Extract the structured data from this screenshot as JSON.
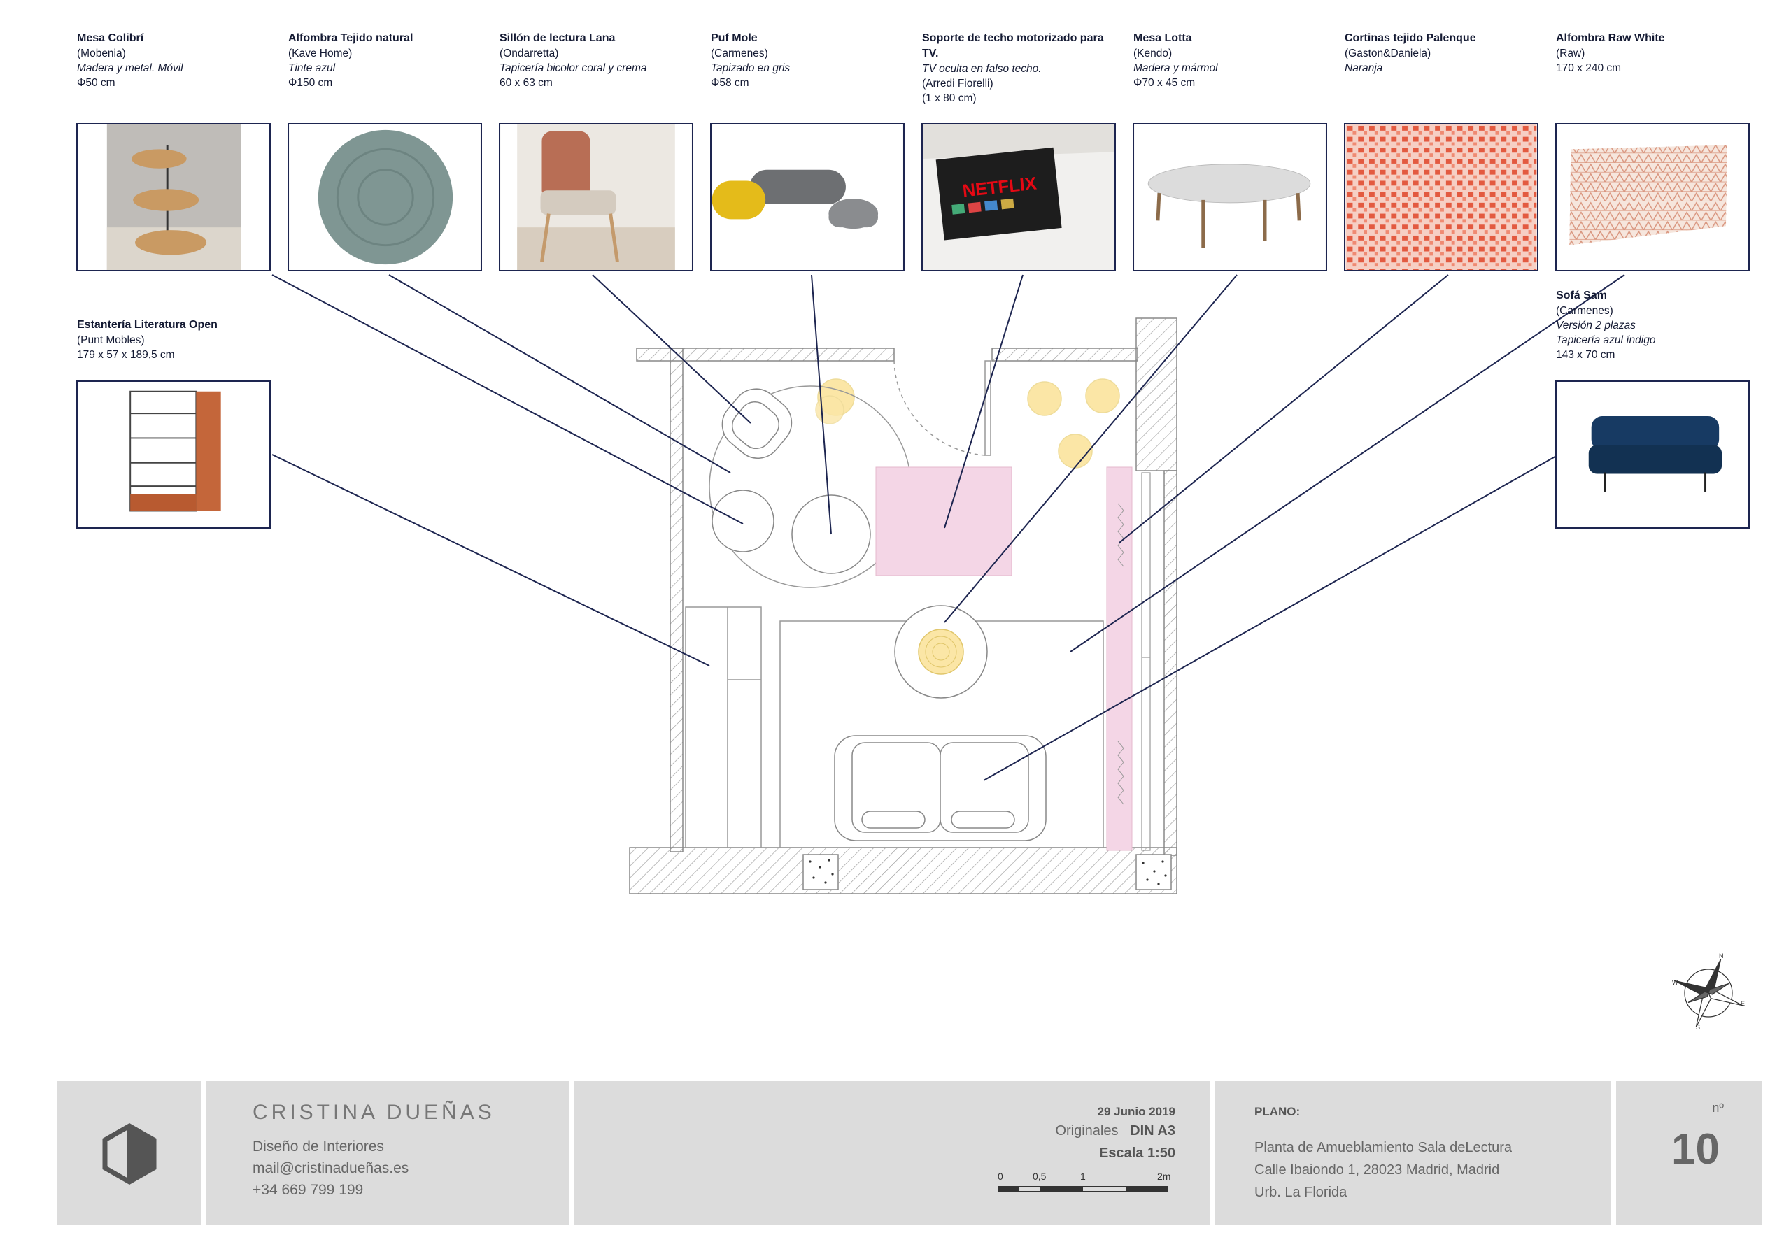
{
  "items": [
    {
      "id": "mesa-colibri",
      "title": "Mesa Colibrí",
      "lines": [
        "(Mobenia)"
      ],
      "italic": [
        "Madera y metal.  Móvil"
      ],
      "extra": [
        "Φ50 cm"
      ]
    },
    {
      "id": "alfombra-tejido",
      "title": "Alfombra Tejido natural",
      "lines": [
        "(Kave Home)"
      ],
      "italic": [
        "Tinte azul"
      ],
      "extra": [
        "Φ150 cm"
      ]
    },
    {
      "id": "sillon-lana",
      "title": "Sillón de lectura Lana",
      "lines": [
        "(Ondarretta)"
      ],
      "italic": [
        "Tapicería bicolor coral y crema"
      ],
      "extra": [
        "60 x 63 cm"
      ]
    },
    {
      "id": "puf-mole",
      "title": "Puf Mole",
      "lines": [
        "(Carmenes)"
      ],
      "italic": [
        "Tapizado en gris"
      ],
      "extra": [
        "Φ58 cm"
      ]
    },
    {
      "id": "soporte-tv",
      "title": "Soporte de techo motorizado para TV.",
      "lines": [],
      "italic": [
        "TV oculta en falso techo."
      ],
      "extra": [
        "(Arredi Fiorelli)",
        "(1 x 80 cm)"
      ]
    },
    {
      "id": "mesa-lotta",
      "title": "Mesa Lotta",
      "lines": [
        "(Kendo)"
      ],
      "italic": [
        "Madera y mármol"
      ],
      "extra": [
        "Φ70 x 45 cm"
      ]
    },
    {
      "id": "cortinas-palenque",
      "title": "Cortinas tejido Palenque",
      "lines": [
        "(Gaston&Daniela)"
      ],
      "italic": [
        "Naranja"
      ],
      "extra": []
    },
    {
      "id": "alfombra-raw",
      "title": "Alfombra Raw White",
      "lines": [
        "(Raw)"
      ],
      "italic": [],
      "extra": [
        "170 x 240 cm"
      ]
    },
    {
      "id": "estanteria-open",
      "title": "Estantería Literatura Open",
      "lines": [
        "(Punt Mobles)"
      ],
      "italic": [],
      "extra": [
        "179 x 57 x 189,5 cm"
      ]
    },
    {
      "id": "sofa-sam",
      "title": "Sofá Sam",
      "lines": [
        "(Carmenes)"
      ],
      "italic": [
        "Versión 2 plazas",
        "Tapicería azul índigo"
      ],
      "extra": [
        "143 x 70 cm"
      ]
    }
  ],
  "tv_brand": "NETFLIX",
  "compass": {
    "n": "N",
    "e": "E",
    "s": "S",
    "w": "W"
  },
  "title_block": {
    "designer": "CRISTINA DUEÑAS",
    "role": "Diseño de Interiores",
    "email": "mail@cristinadueñas.es",
    "phone": "+34 669 799 199",
    "date": "29 Junio 2019",
    "originals_label": "Originales",
    "originals_value": "DIN A3",
    "scale": "Escala 1:50",
    "scale_ticks": [
      "0",
      "0,5",
      "1",
      "2m"
    ],
    "plano_label": "PLANO:",
    "plano_lines": [
      "Planta de Amueblamiento Sala deLectura",
      "Calle Ibaiondo 1, 28023 Madrid, Madrid",
      "Urb. La Florida"
    ],
    "number_label": "nº",
    "number": "10"
  },
  "colors": {
    "ink": "#1d2550",
    "hatch": "#9a9a9a",
    "light": "#fbe6a6",
    "pink": "#f4d6e6",
    "panel": "#dcdcdc"
  }
}
